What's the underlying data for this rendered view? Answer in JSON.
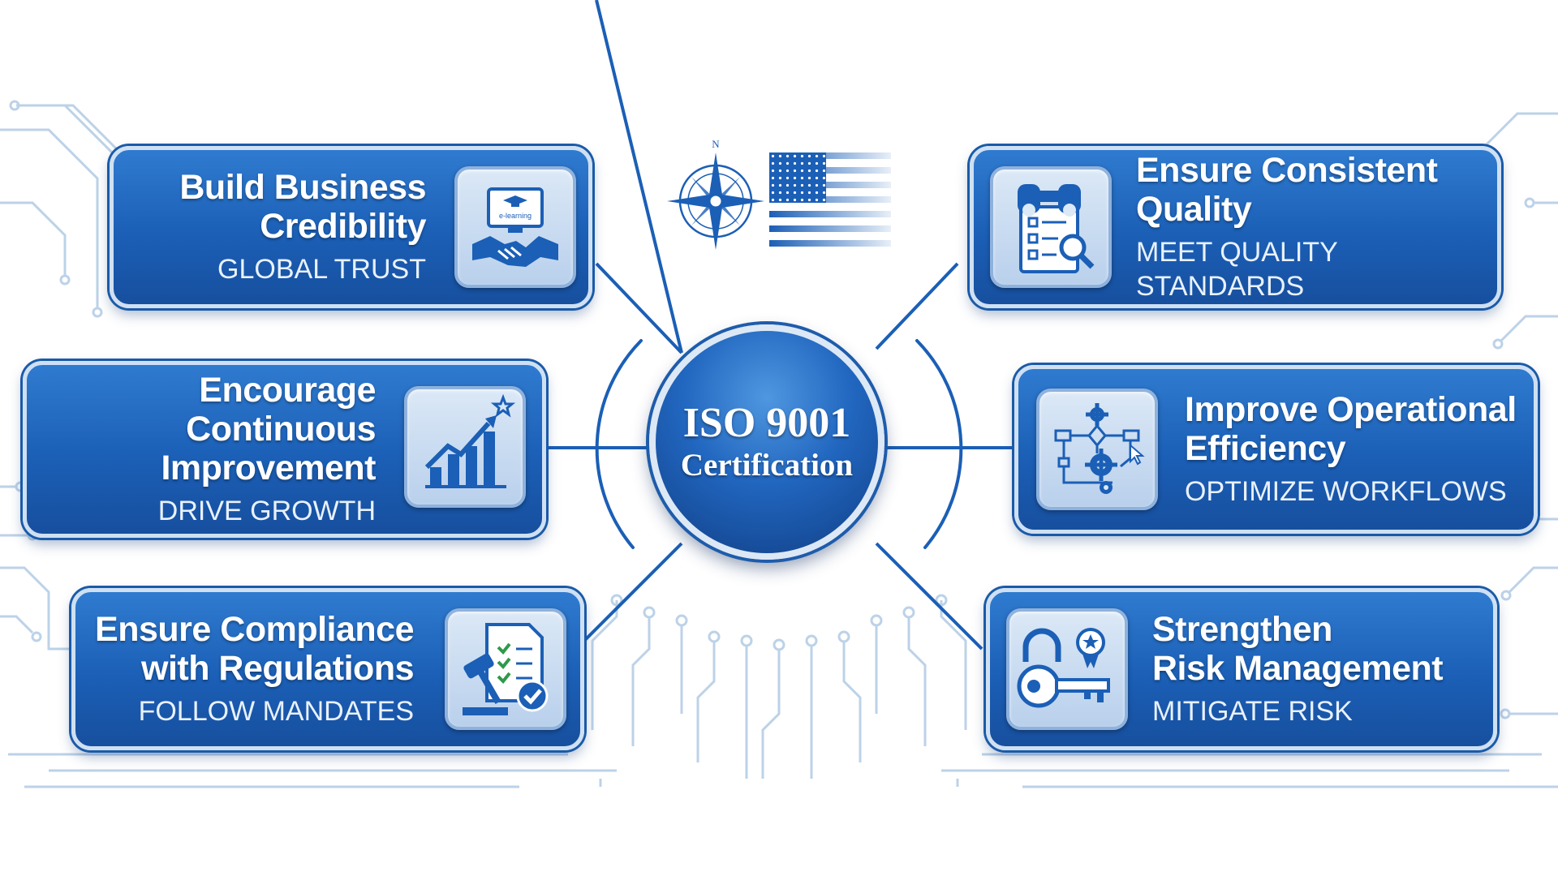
{
  "center": {
    "line1": "ISO 9001",
    "line2": "Certification"
  },
  "compass_letter": "N",
  "icon_text": "e-learning",
  "colors": {
    "primary": "#1b5fb6",
    "accent_light": "#cfe0f3",
    "circuit": "#b8cfe6"
  },
  "benefits": {
    "b1": {
      "title1": "Build Business",
      "title2": "Credibility",
      "subtitle": "GLOBAL TRUST",
      "icon": "handshake-elearning-icon"
    },
    "b2": {
      "title1": "Encourage",
      "title2": "Continuous",
      "title3": "Improvement",
      "subtitle": "DRIVE GROWTH",
      "icon": "growth-chart-icon"
    },
    "b3": {
      "title1": "Ensure Compliance",
      "title2": "with Regulations",
      "subtitle": "FOLLOW MANDATES",
      "icon": "gavel-checklist-icon"
    },
    "b4": {
      "title1": "Ensure Consistent",
      "title2": "Quality",
      "subtitle": "MEET QUALITY STANDARDS",
      "icon": "binoculars-checklist-icon"
    },
    "b5": {
      "title1": "Improve Operational",
      "title2": "Efficiency",
      "subtitle": "OPTIMIZE WORKFLOWS",
      "icon": "workflow-gears-icon"
    },
    "b6": {
      "title1": "Strengthen",
      "title2": "Risk Management",
      "subtitle": "MITIGATE RISK",
      "icon": "lock-key-badge-icon"
    }
  }
}
